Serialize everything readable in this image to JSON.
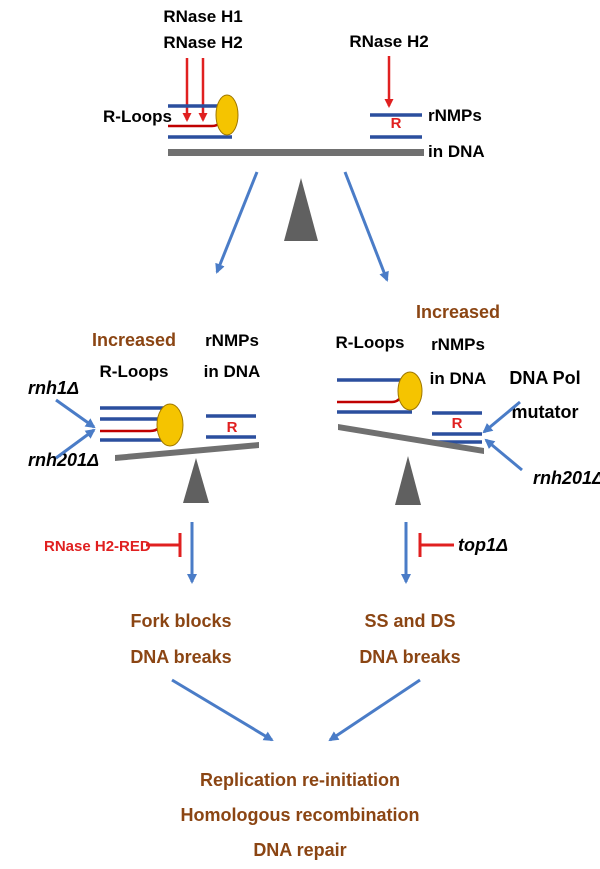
{
  "colors": {
    "blue_arrow": "#4a7cc7",
    "dna_strand": "#2b4f9e",
    "rna_strand": "#c00000",
    "enzyme": "#f5c400",
    "beam": "#707070",
    "inhibitor": "#e02020",
    "outcome_text": "#8b4513"
  },
  "top": {
    "enzyme_label_1": "RNase H1",
    "enzyme_label_2": "RNase H2",
    "rnase_h2_label": "RNase H2",
    "r_loops_label": "R-Loops",
    "rnmps_line1": "rNMPs",
    "rnmps_line2": "in DNA",
    "r_marker": "R"
  },
  "left": {
    "increased_label": "Increased",
    "r_loops_label": "R-Loops",
    "rnmps_line1": "rNMPs",
    "rnmps_line2": "in DNA",
    "r_marker": "R",
    "mutant_1": "rnh1Δ",
    "mutant_2": "rnh201Δ",
    "inhibitor_label": "RNase H2-RED",
    "outcome_line1": "Fork blocks",
    "outcome_line2": "DNA breaks"
  },
  "right": {
    "r_loops_label": "R-Loops",
    "increased_label": "Increased",
    "rnmps_line1": "rNMPs",
    "rnmps_line2": "in DNA",
    "r_marker": "R",
    "pol_line1": "DNA Pol",
    "pol_line2": "mutator",
    "mutant": "rnh201Δ",
    "inhibitor_label": "top1Δ",
    "outcome_line1": "SS and DS",
    "outcome_line2": "DNA breaks"
  },
  "bottom": {
    "line1": "Replication re-initiation",
    "line2": "Homologous recombination",
    "line3": "DNA repair"
  }
}
